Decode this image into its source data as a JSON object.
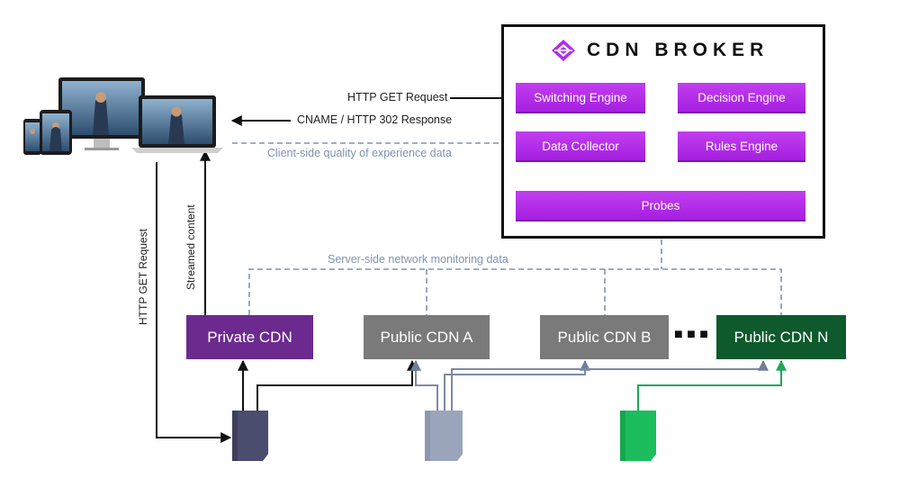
{
  "broker": {
    "brand": "CDN BROKER",
    "switching_engine": "Switching Engine",
    "decision_engine": "Decision Engine",
    "data_collector": "Data Collector",
    "rules_engine": "Rules Engine",
    "probes": "Probes"
  },
  "flows": {
    "http_get": "HTTP GET Request",
    "cname_response": "CNAME / HTTP 302 Response",
    "qoe_data": "Client-side quality of experience data",
    "server_side": "Server-side network monitoring data",
    "streamed": "Streamed content",
    "http_get_vertical": "HTTP GET Request"
  },
  "cdns": [
    {
      "label": "Private CDN",
      "color": "#6c2a8f"
    },
    {
      "label": "Public CDN A",
      "color": "#7a7a7a"
    },
    {
      "label": "Public CDN B",
      "color": "#7a7a7a"
    },
    {
      "label": "Public CDN N",
      "color": "#0e5a2c"
    }
  ],
  "ellipsis": "■ ■ ■",
  "colors": {
    "broker_purple": "#b12ee8",
    "dashed": "#7f93b0",
    "private_origin": "#3d3f5c",
    "public_origin": "#8c98b0",
    "green_origin": "#13a84f",
    "green_line": "#1fa85a",
    "arrow_blue_grey": "#7d8aa6"
  },
  "icons": [
    "devices-icon",
    "cdn-broker-logo-icon",
    "origin-server-icon"
  ]
}
